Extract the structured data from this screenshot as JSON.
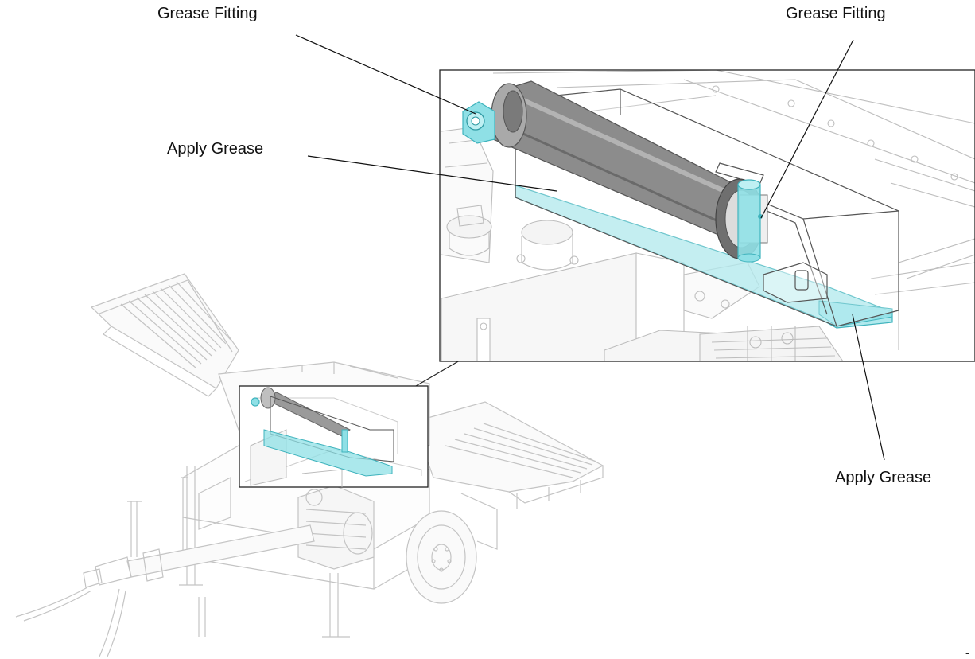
{
  "callouts": {
    "grease_fitting_left": "Grease Fitting",
    "grease_fitting_right": "Grease Fitting",
    "apply_grease_left": "Apply Grease",
    "apply_grease_right": "Apply Grease"
  },
  "page_mark": "-",
  "colors": {
    "grease_highlight": "#8fe0e6",
    "grease_stroke": "#3fb3bd",
    "line_art": "#b8b8b8",
    "leader": "#111111",
    "frame": "#222222"
  }
}
